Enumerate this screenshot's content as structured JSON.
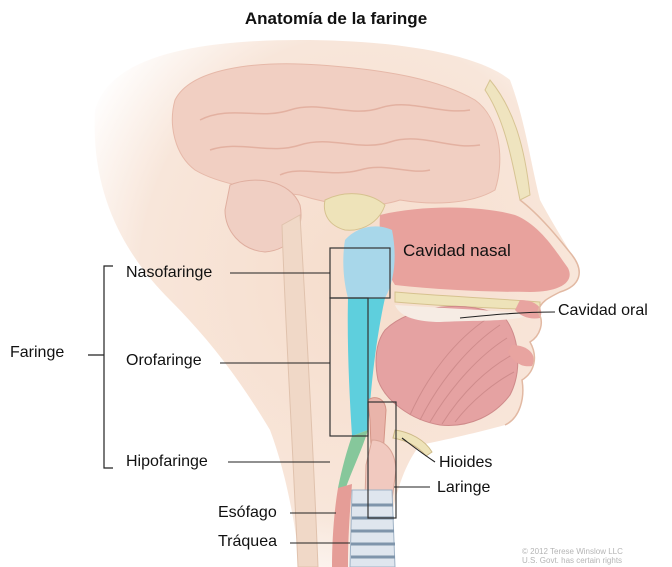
{
  "title": "Anatomía de la faringe",
  "labels": {
    "faringe": "Faringe",
    "nasofaringe": "Nasofaringe",
    "orofaringe": "Orofaringe",
    "hipofaringe": "Hipofaringe",
    "esofago": "Esófago",
    "traquea": "Tráquea",
    "cavidad_nasal": "Cavidad nasal",
    "cavidad_oral": "Cavidad oral",
    "hioides": "Hioides",
    "laringe": "Laringe"
  },
  "credit": {
    "line1": "© 2012 Terese Winslow LLC",
    "line2": "U.S. Govt. has certain rights"
  },
  "colors": {
    "skin": "#f4d9c6",
    "brain": "#f2d2c4",
    "nasal_cavity": "#e9a5a0",
    "nasopharynx": "#a9d8ec",
    "oropharynx": "#5fd1df",
    "hypopharynx": "#7fc79a",
    "tongue": "#e7a7a5",
    "bone": "#eee3b9"
  }
}
